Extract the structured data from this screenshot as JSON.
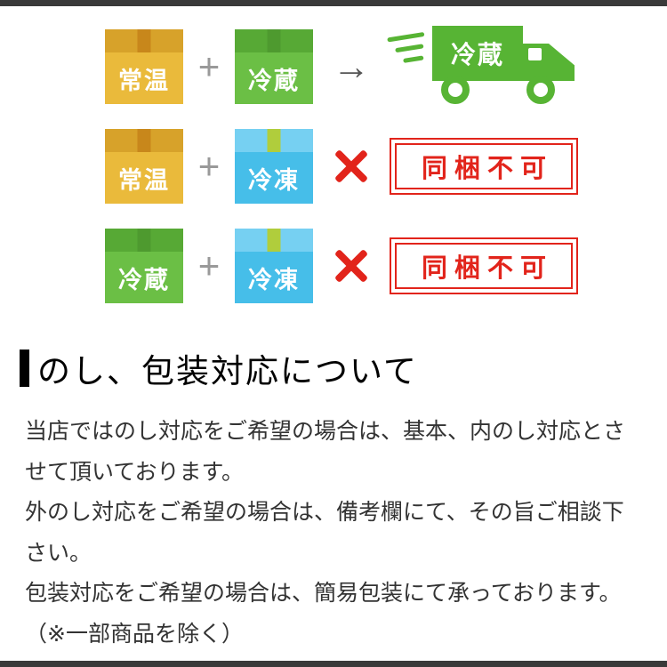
{
  "colors": {
    "ambient_front": "#eaba3b",
    "ambient_top": "#d7a22a",
    "ambient_tape": "#c8871b",
    "chilled_front": "#6bbf45",
    "chilled_top": "#57a935",
    "chilled_tape": "#4e9a2f",
    "frozen_front": "#46bee9",
    "frozen_top": "#76d0f2",
    "frozen_tape": "#b0cd3c",
    "truck_green": "#57b434",
    "stamp_red": "#e2241b",
    "cross_red": "#e2241b",
    "operator_gray": "#999999",
    "arrow_gray": "#555555",
    "heading_black": "#000000",
    "body_text": "#333333",
    "edge_strip": "#3a3a3a"
  },
  "shipping_diagram": {
    "rows": [
      {
        "box1": {
          "label": "常温",
          "type": "ambient"
        },
        "operator": "+",
        "box2": {
          "label": "冷蔵",
          "type": "chilled"
        },
        "result_symbol": "→",
        "result_type": "truck",
        "truck_label": "冷蔵"
      },
      {
        "box1": {
          "label": "常温",
          "type": "ambient"
        },
        "operator": "+",
        "box2": {
          "label": "冷凍",
          "type": "frozen"
        },
        "result_symbol": "✕",
        "result_type": "stamp",
        "stamp_label": "同梱不可"
      },
      {
        "box1": {
          "label": "冷蔵",
          "type": "chilled"
        },
        "operator": "+",
        "box2": {
          "label": "冷凍",
          "type": "frozen"
        },
        "result_symbol": "✕",
        "result_type": "stamp",
        "stamp_label": "同梱不可"
      }
    ]
  },
  "noshi_section": {
    "heading": "のし、包装対応について",
    "paragraphs": [
      "当店ではのし対応をご希望の場合は、基本、内のし対応とさせて頂いております。",
      "外のし対応をご希望の場合は、備考欄にて、その旨ご相談下さい。",
      "包装対応をご希望の場合は、簡易包装にて承っております。（※一部商品を除く）"
    ]
  }
}
